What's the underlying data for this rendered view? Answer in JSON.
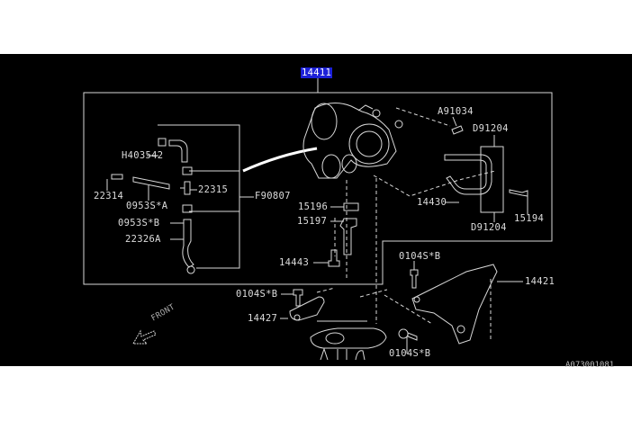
{
  "diagram": {
    "main_part": "14411",
    "labels": {
      "h403542": "H403542",
      "p22314": "22314",
      "p22315": "22315",
      "p0953s_a": "0953S*A",
      "p0953s_b": "0953S*B",
      "p22326a": "22326A",
      "f90807": "F90807",
      "p15196": "15196",
      "p15197": "15197",
      "p14443": "14443",
      "a91034": "A91034",
      "d91204_top": "D91204",
      "p14430": "14430",
      "d91204_bottom": "D91204",
      "p15194": "15194",
      "p0104s_b_right": "0104S*B",
      "p14421": "14421",
      "p0104s_b_left": "0104S*B",
      "p14427": "14427",
      "p0104s_b_bottom": "0104S*B"
    },
    "front_label": "FRONT",
    "drawing_code": "A073001081",
    "colors": {
      "background": "#000000",
      "line": "#dcdcdc",
      "highlight": "#1c20d8"
    }
  }
}
